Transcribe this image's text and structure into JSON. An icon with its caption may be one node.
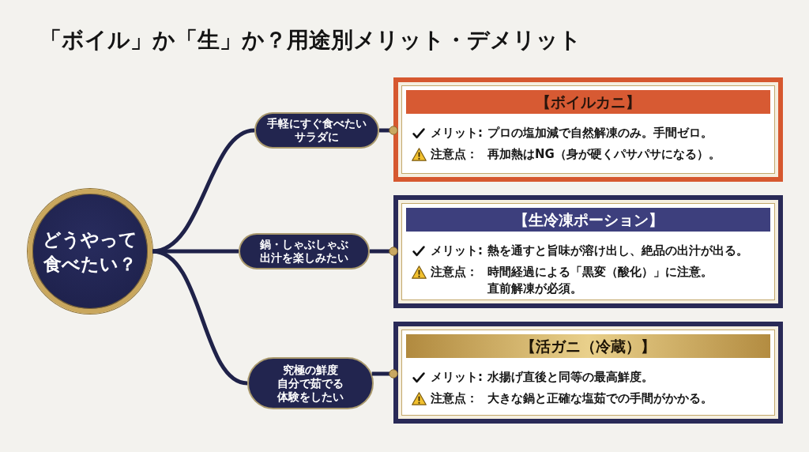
{
  "diagram": {
    "title": "「ボイル」か「生」か？用途別メリット・デメリット",
    "nodes": [
      {
        "text": [
          "どうやって食べたい？"
        ]
      },
      {
        "text": [
          "手軽にすぐ食べたいサラダに"
        ]
      },
      {
        "text": [
          "【ボイルカニ】",
          "メリット:",
          "プロの塩加減で自然解凍のみ。手間ゼロ。",
          "注意点：",
          "再加熱はNG（身が硬くパサパサになる）。"
        ]
      },
      {
        "text": [
          "鍋・しゃぶしゃぶ出汁を楽しみたい"
        ]
      },
      {
        "text": [
          "【生冷凍ポーション】",
          "メリット:",
          "熱を通すと旨味が溶け出し、絶品の出汁が出る。",
          "注意点：",
          "時間経過による「黒変（酸化）」に注意。直前解凍が必須。"
        ]
      },
      {
        "text": [
          "究極の鮮度自分で茹でる体験をしたい"
        ]
      },
      {
        "text": [
          "【活ガニ（冷蔵）】",
          "メリット:",
          "水揚げ直後と同等の最高鮮度。",
          "注意点：",
          "大きな鍋と正確な塩茹での手間がかかる。"
        ]
      }
    ],
    "edges": [
      {
        "from": 0,
        "to": 1,
        "arrow": "none"
      },
      {
        "from": 0,
        "to": 3,
        "arrow": "none"
      },
      {
        "from": 0,
        "to": 5,
        "arrow": "none"
      },
      {
        "from": 1,
        "to": 2,
        "arrow": "other"
      },
      {
        "from": 3,
        "to": 4,
        "arrow": "other"
      },
      {
        "from": 5,
        "to": 6,
        "arrow": "other"
      }
    ]
  }
}
